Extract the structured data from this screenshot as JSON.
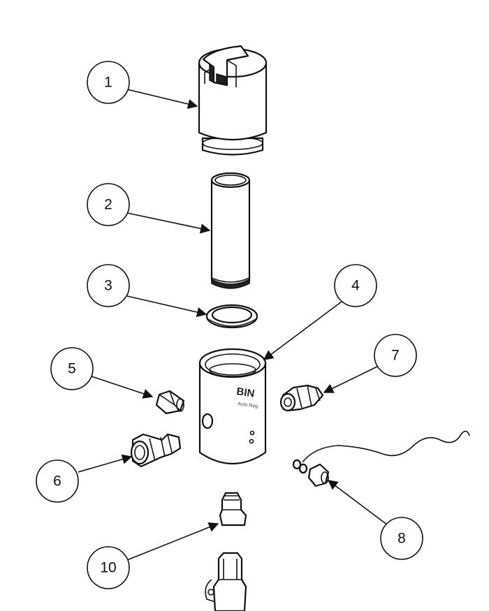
{
  "diagram": {
    "callouts": [
      {
        "id": "c1",
        "label": "1"
      },
      {
        "id": "c2",
        "label": "2"
      },
      {
        "id": "c3",
        "label": "3"
      },
      {
        "id": "c4",
        "label": "4"
      },
      {
        "id": "c5",
        "label": "5"
      },
      {
        "id": "c6",
        "label": "6"
      },
      {
        "id": "c7",
        "label": "7"
      },
      {
        "id": "c8",
        "label": "8"
      },
      {
        "id": "c10",
        "label": "10"
      }
    ],
    "highlighted_callout": "6",
    "highlight_color": "#f2e21a",
    "body_brand_text": "BIN",
    "body_sub_text": "Auto Reg"
  }
}
